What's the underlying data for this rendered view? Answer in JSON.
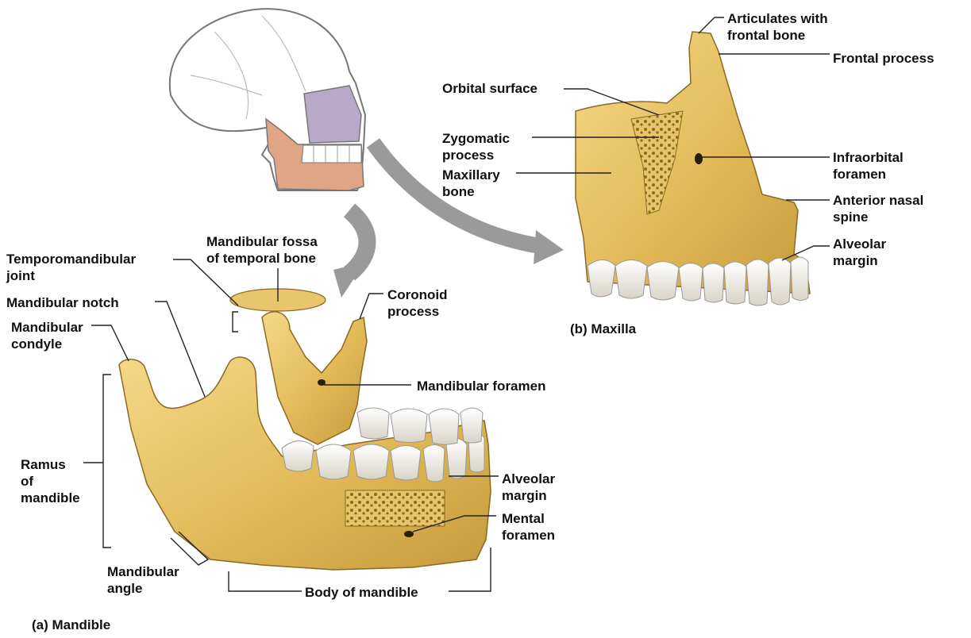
{
  "labels": {
    "temporomandibular_joint": [
      "Temporomandibular",
      "joint"
    ],
    "mandibular_fossa": [
      "Mandibular fossa",
      "of temporal bone"
    ],
    "coronoid_process": [
      "Coronoid",
      "process"
    ],
    "mandibular_notch": "Mandibular notch",
    "mandibular_condyle": [
      "Mandibular",
      "condyle"
    ],
    "mandibular_foramen": "Mandibular foramen",
    "ramus": [
      "Ramus",
      "of",
      "mandible"
    ],
    "alveolar_margin_a": [
      "Alveolar",
      "margin"
    ],
    "mental_foramen": [
      "Mental",
      "foramen"
    ],
    "mandibular_angle": [
      "Mandibular",
      "angle"
    ],
    "body_of_mandible": "Body of mandible",
    "articulates_frontal": [
      "Articulates with",
      "frontal bone"
    ],
    "frontal_process": "Frontal process",
    "orbital_surface": "Orbital surface",
    "zygomatic_process": [
      "Zygomatic",
      "process"
    ],
    "maxillary_bone": [
      "Maxillary",
      "bone"
    ],
    "infraorbital_foramen": [
      "Infraorbital",
      "foramen"
    ],
    "anterior_nasal_spine": [
      "Anterior nasal",
      "spine"
    ],
    "alveolar_margin_b": [
      "Alveolar",
      "margin"
    ]
  },
  "captions": {
    "mandible": "(a) Mandible",
    "maxilla": "(b) Maxilla"
  },
  "colors": {
    "bone": "#e8c466",
    "bone_dark": "#b8902e",
    "maxilla_highlight": "#b9a9c9",
    "mandible_highlight": "#e0a585",
    "tooth": "#f4f1ea",
    "arrow": "#9a9a9a"
  }
}
